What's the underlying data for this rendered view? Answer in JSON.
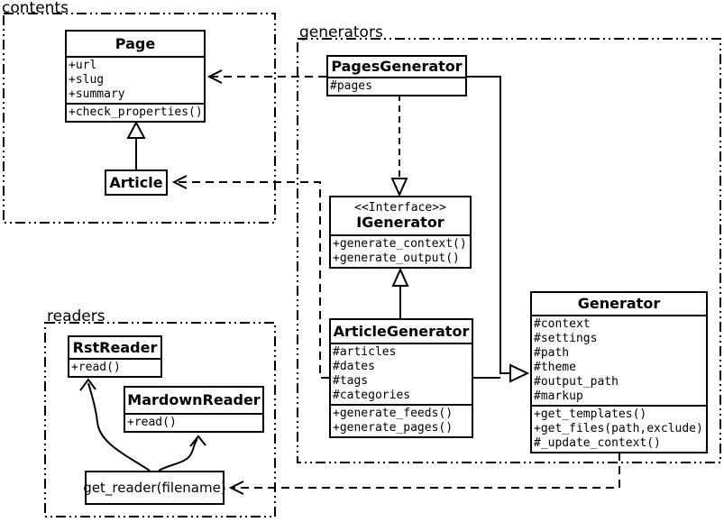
{
  "diagram": {
    "title": "UML class diagram",
    "colors": {
      "stroke": "#000000",
      "background": "#ffffff"
    },
    "packages": [
      {
        "id": "contents",
        "label": "contents"
      },
      {
        "id": "generators",
        "label": "generators"
      },
      {
        "id": "readers",
        "label": "readers"
      }
    ],
    "classes": [
      {
        "id": "Page",
        "package": "contents",
        "name": "Page",
        "attributes": [
          "+url",
          "+slug",
          "+summary"
        ],
        "methods": [
          "+check_properties()"
        ]
      },
      {
        "id": "Article",
        "package": "contents",
        "name": "Article",
        "attributes": [],
        "methods": []
      },
      {
        "id": "PagesGenerator",
        "package": "generators",
        "name": "PagesGenerator",
        "attributes": [
          "#pages"
        ],
        "methods": []
      },
      {
        "id": "IGenerator",
        "package": "generators",
        "stereotype": "<<Interface>>",
        "name": "IGenerator",
        "attributes": [],
        "methods": [
          "+generate_context()",
          "+generate_output()"
        ]
      },
      {
        "id": "ArticleGenerator",
        "package": "generators",
        "name": "ArticleGenerator",
        "attributes": [
          "#articles",
          "#dates",
          "#tags",
          "#categories"
        ],
        "methods": [
          "+generate_feeds()",
          "+generate_pages()"
        ]
      },
      {
        "id": "Generator",
        "package": "generators",
        "name": "Generator",
        "attributes": [
          "#context",
          "#settings",
          "#path",
          "#theme",
          "#output_path",
          "#markup"
        ],
        "methods": [
          "+get_templates()",
          "+get_files(path,exclude)",
          "#_update_context()"
        ]
      },
      {
        "id": "RstReader",
        "package": "readers",
        "name": "RstReader",
        "attributes": [],
        "methods": [
          "+read()"
        ]
      },
      {
        "id": "MardownReader",
        "package": "readers",
        "name": "MardownReader",
        "attributes": [],
        "methods": [
          "+read()"
        ]
      }
    ],
    "nodes": [
      {
        "id": "get_reader",
        "package": "readers",
        "label": "get_reader(filename)"
      }
    ],
    "relationships": [
      {
        "type": "generalization",
        "from": "Article",
        "to": "Page"
      },
      {
        "type": "realization",
        "from": "PagesGenerator",
        "to": "IGenerator",
        "line": "dashed"
      },
      {
        "type": "realization",
        "from": "ArticleGenerator",
        "to": "IGenerator",
        "line": "solid"
      },
      {
        "type": "generalization",
        "from": "PagesGenerator",
        "to": "Generator"
      },
      {
        "type": "generalization",
        "from": "ArticleGenerator",
        "to": "Generator"
      },
      {
        "type": "dependency",
        "from": "PagesGenerator",
        "to": "Page"
      },
      {
        "type": "dependency",
        "from": "ArticleGenerator",
        "to": "Article"
      },
      {
        "type": "dependency",
        "from": "Generator",
        "to": "get_reader"
      },
      {
        "type": "association",
        "from": "get_reader",
        "to": "RstReader"
      },
      {
        "type": "association",
        "from": "get_reader",
        "to": "MardownReader"
      }
    ]
  }
}
